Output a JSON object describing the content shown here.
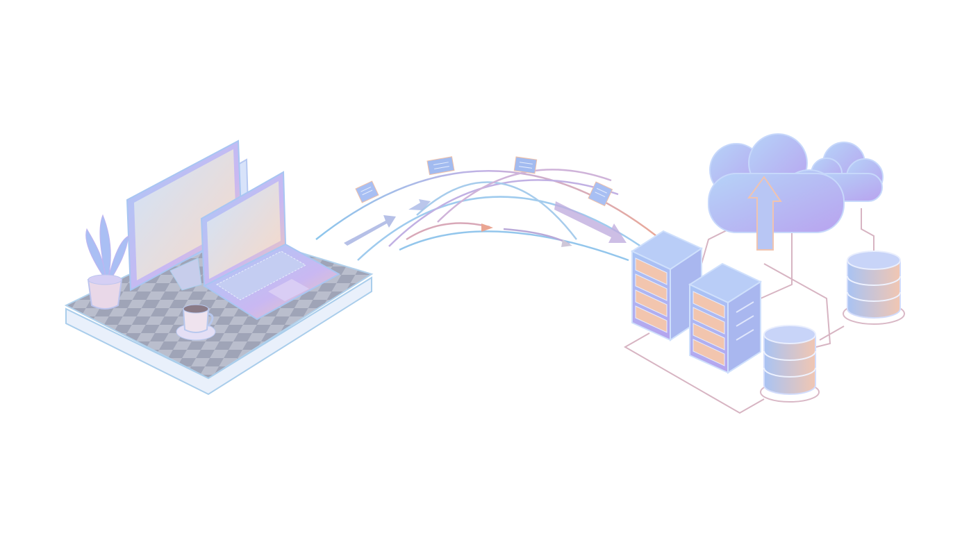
{
  "illustration": {
    "subject": [
      "workstation-desk",
      "data-transfer-arcs",
      "server-racks",
      "cloud",
      "databases"
    ],
    "palette": {
      "background": "#ffffff",
      "blue": "#9fc3f5",
      "lavender": "#b7a6f0",
      "peach": "#f3c3a8",
      "line_blue": "#8fc4ea",
      "line_peach": "#e8a898",
      "desk_gray": "#8e94a8"
    }
  }
}
